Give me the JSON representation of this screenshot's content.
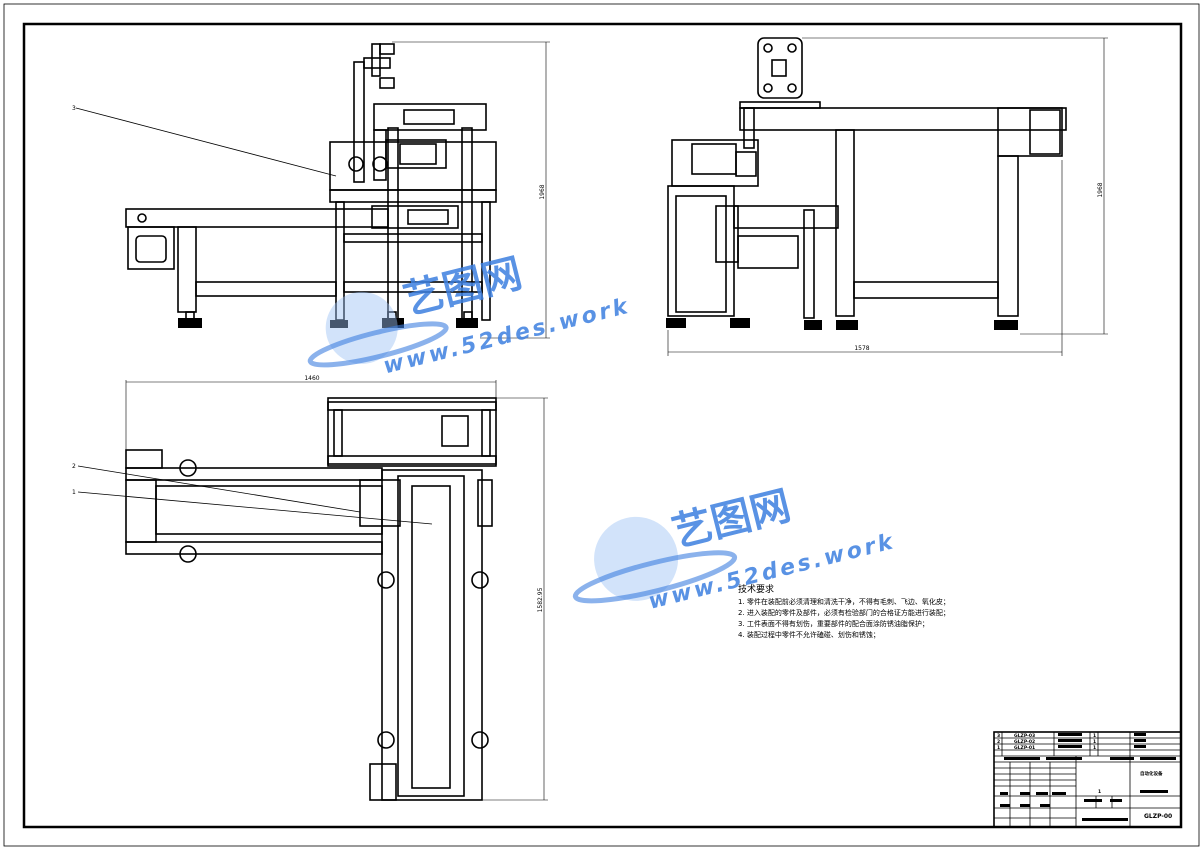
{
  "views": {
    "front": {
      "balloon": "3",
      "height_dim": "1968"
    },
    "side": {
      "height_dim": "1968",
      "width_dim": "1578"
    },
    "plan": {
      "balloons": [
        "2",
        "1"
      ],
      "width_dim": "1460",
      "height_dim": "1582.95"
    }
  },
  "tech_requirements": {
    "heading": "技术要求",
    "items": [
      "1. 零件在装配前必须清理和清洗干净，不得有毛刺、飞边、氧化皮；",
      "2. 进入装配的零件及部件，必须有检验部门的合格证方能进行装配；",
      "3. 工件表面不得有划伤，重要部件的配合面涂防锈油脂保护；",
      "4. 装配过程中零件不允许磕碰、划伤和锈蚀；"
    ]
  },
  "title_block": {
    "parts": [
      {
        "no": "3",
        "code": "GLZP-03",
        "qty": "1"
      },
      {
        "no": "2",
        "code": "GLZP-02",
        "qty": "1"
      },
      {
        "no": "1",
        "code": "GLZP-01",
        "qty": "1"
      }
    ],
    "product_name": "自动化设备",
    "scale": "1",
    "drawing_no": "GLZP-00"
  },
  "watermark": {
    "cn": "艺图网",
    "url": "www.52des.work",
    "accent": "#3d7fe0"
  }
}
